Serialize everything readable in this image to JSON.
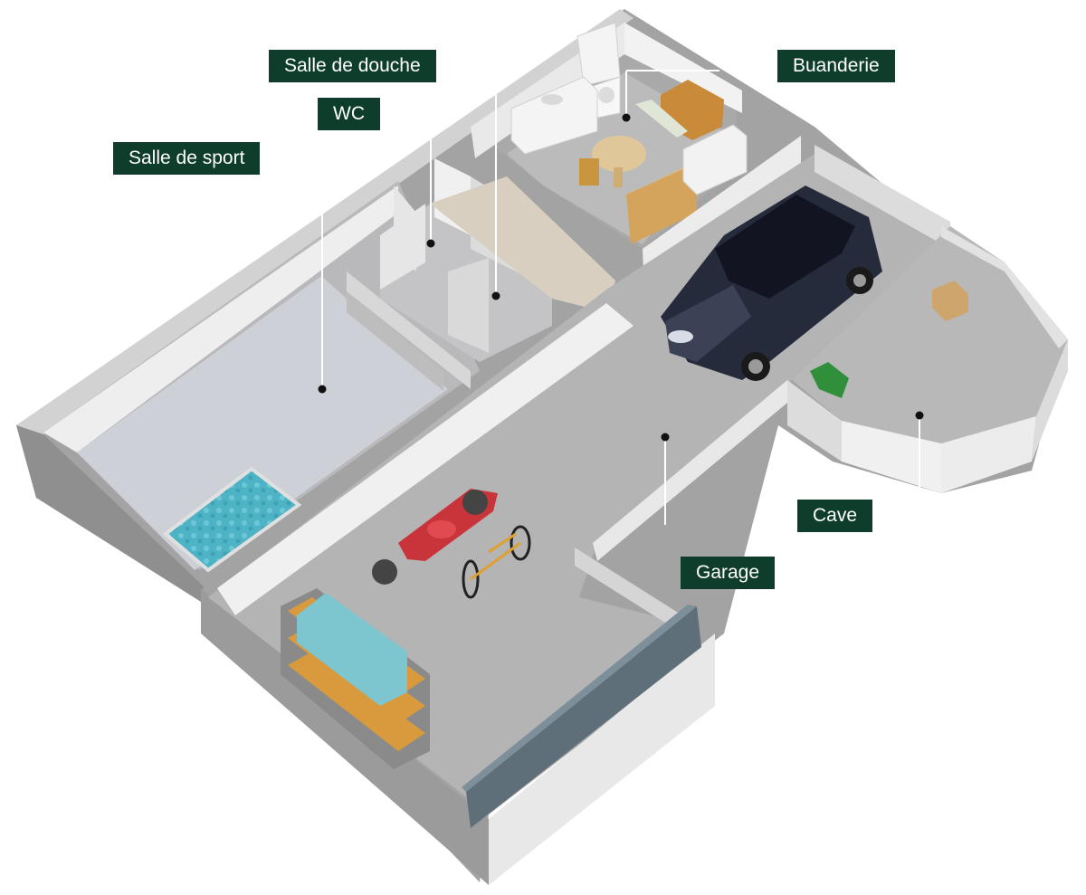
{
  "rooms": {
    "salle_de_douche": "Salle de douche",
    "wc": "WC",
    "salle_de_sport": "Salle de sport",
    "buanderie": "Buanderie",
    "cave": "Cave",
    "garage": "Garage"
  },
  "colors": {
    "label_bg": "#0f3d2c",
    "label_text": "#ffffff",
    "wall_top": "#cfcfcf",
    "wall_side": "#9a9a9a",
    "floor": "#bdbdbd",
    "sport_floor": "#cdd0d6",
    "pool_water": "#5bb8c8"
  }
}
